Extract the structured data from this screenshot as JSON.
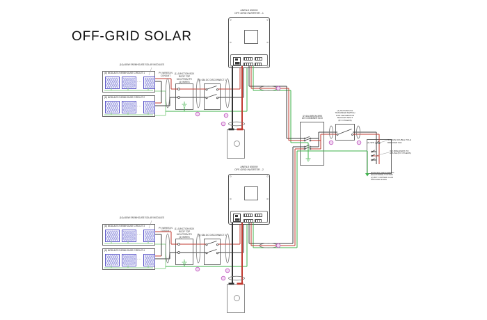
{
  "title": "OFF-GRID SOLAR",
  "panel_dots": "···",
  "colors": {
    "wire_red": "#c0392f",
    "wire_black": "#3d3d3d",
    "wire_green": "#3db24a",
    "wire_green_light": "#8cd08c",
    "tag_magenta": "#c25fc2",
    "panel_blue": "#5a55c8"
  },
  "sys1": {
    "inverter_label": "ANENJI 6500W\nOFF-GRID INVERTER - 1",
    "modules_note": "(16) 480W FARMHOUSE SOLAR MODULES",
    "circuit_a": "(8) MODULES FARMHOUSE CIRCUIT 1",
    "circuit_b": "(8) MODULES FARMHOUSE CIRCUIT 2",
    "conduit_note": "PV WIRES IN\nCONDUIT",
    "junction_label": "(1) JUNCTION BOX\nROOF TOP\nMC4 FROM PV\n(4) WIRES",
    "disconnect_label": "(1) 63A DC DISCONNECT 1"
  },
  "sys2": {
    "inverter_label": "ANENJI 6500W\nOFF-GRID INVERTER - 2",
    "modules_note": "(16) 480W FARMHOUSE SOLAR MODULES",
    "circuit_a": "(8) MODULES FARMHOUSE CIRCUIT 3",
    "circuit_b": "(8) MODULES FARMHOUSE CIRCUIT 4",
    "conduit_note": "PV WIRES IN\nCONDUIT",
    "junction_label": "(1) JUNCTION BOX\nROOF TOP\nMC4 FROM PV\n(4) WIRES",
    "disconnect_label": "(1) 63A DC DISCONNECT 2"
  },
  "ac": {
    "combiner_label": "(2) 63A BREAKERS\nAC COMBINER BOX",
    "transfer_label": "(1) 63A MANUAL\nTRANSFER SWITCH\nFOR GENERATOR\nBACKUP INPUT\n(BY OTHERS)",
    "spd_label": "(1) SPD",
    "main_note": "(1) MAIN DOUBLE POLE\nBREAKER 63A",
    "branch_note": "(12) BREAKERS TO\nHOUSE (BY OTHERS)",
    "ground_note": "EXISTING GROUNDING\nELECTRODE SYSTEM\n(2) 8FT COPPER CLAD\nGROUND RODS"
  }
}
